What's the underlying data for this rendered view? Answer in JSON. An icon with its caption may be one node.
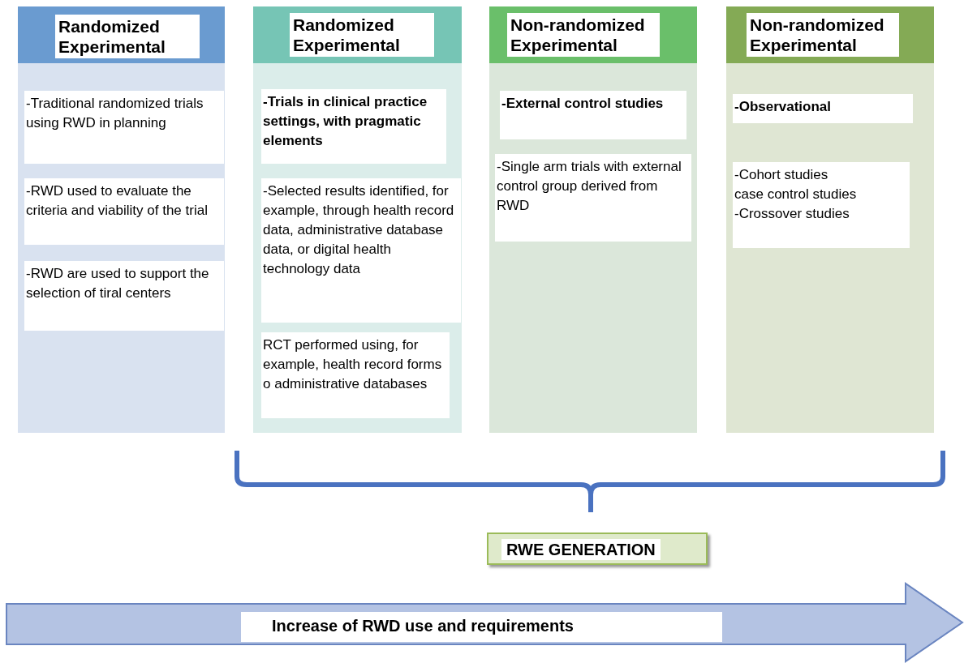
{
  "diagram": {
    "nodes": [
      {
        "text": [
          "Randomized Experimental"
        ]
      },
      {
        "text": [
          "-Traditional randomized trials using RWD in planning"
        ],
        "in": 0
      },
      {
        "text": [
          "-RWD used to evaluate the criteria and viability of the trial"
        ],
        "in": 0
      },
      {
        "text": [
          "-RWD are used to support the selection of tiral centers"
        ],
        "in": 0
      },
      {
        "text": [
          "Randomized Experimental"
        ]
      },
      {
        "text": [
          "-Trials in clinical practice settings, with pragmatic elements"
        ],
        "in": 4
      },
      {
        "text": [
          "-Selected results identified, for example, through health record data, administrative database data, or  digital health technology data"
        ],
        "in": 4
      },
      {
        "text": [
          "RCT performed using, for example, health record forms o administrative databases"
        ],
        "in": 4
      },
      {
        "text": [
          "Non-randomized Experimental"
        ]
      },
      {
        "text": [
          "-External control studies"
        ],
        "in": 8
      },
      {
        "text": [
          "-Single arm trials with external control group derived from RWD"
        ],
        "in": 8
      },
      {
        "text": [
          "Non-randomized Experimental"
        ]
      },
      {
        "text": [
          "-Observational"
        ],
        "in": 11
      },
      {
        "text": [
          "-Cohort studies",
          "case control studies",
          "-Crossover studies"
        ],
        "in": 11
      },
      {
        "text": [
          "RWE GENERATION"
        ]
      },
      {
        "text": [
          "Increase of RWD use and requirements"
        ]
      }
    ],
    "edges": []
  }
}
